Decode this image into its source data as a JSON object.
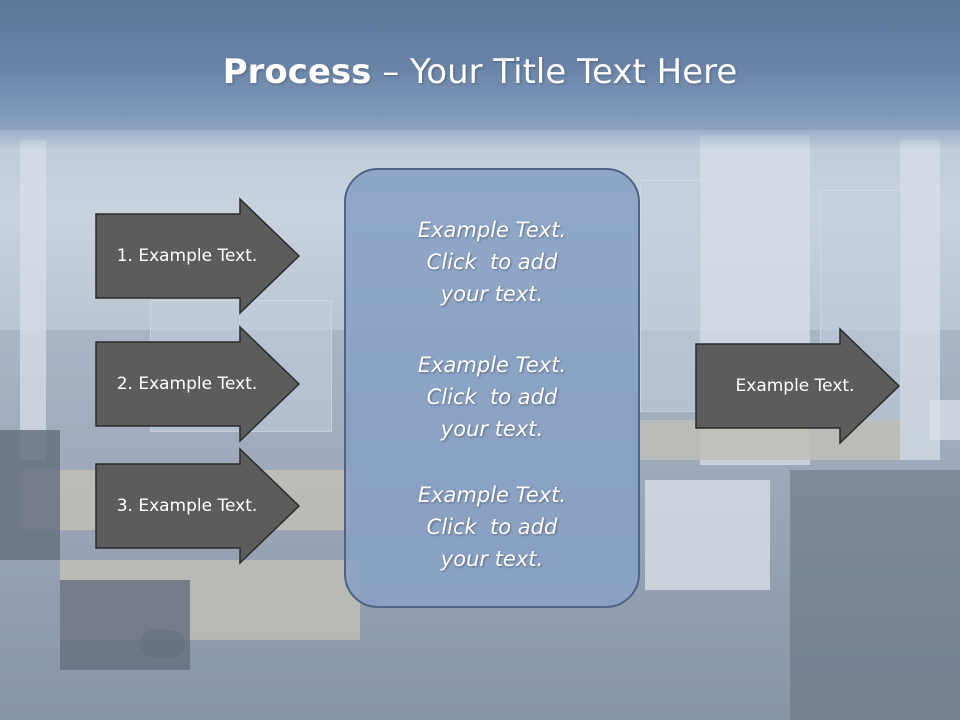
{
  "slide": {
    "title_bold": "Process",
    "title_rest": " – Your Title Text Here"
  },
  "left_arrows": [
    {
      "label": "1. Example Text."
    },
    {
      "label": "2. Example Text."
    },
    {
      "label": "3. Example Text."
    }
  ],
  "right_arrow": {
    "label": "Example Text."
  },
  "center_panel": {
    "blocks": [
      {
        "line1": "Example Text.",
        "line2": "Click  to add",
        "line3": "your text."
      },
      {
        "line1": "Example Text.",
        "line2": "Click  to add",
        "line3": "your text."
      },
      {
        "line1": "Example Text.",
        "line2": "Click  to add",
        "line3": "your text."
      }
    ]
  },
  "colors": {
    "arrow_fill": "#5c5c5c",
    "arrow_stroke": "#2b2b2b",
    "panel_fill": "#8aa2c4",
    "title_bar": "#6a84a8"
  }
}
